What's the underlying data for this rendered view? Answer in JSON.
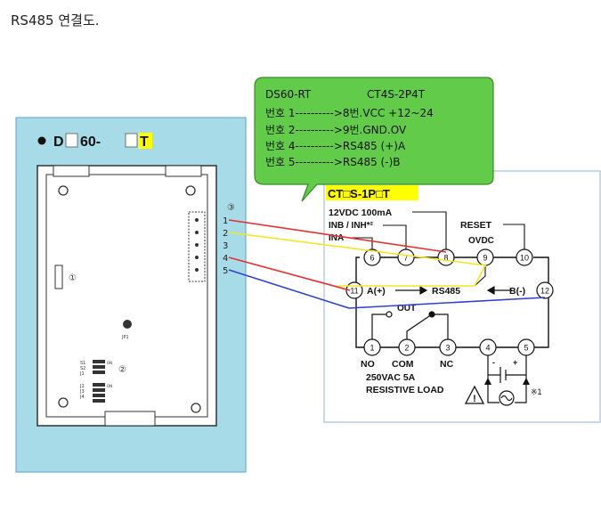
{
  "title": "RS485 연결도.",
  "left_device": {
    "label": "● D□60-□T",
    "label_parts": [
      "D",
      "60-",
      "T"
    ],
    "callouts": [
      "①",
      "②",
      "③"
    ],
    "jumper_label": "JP1",
    "switch_labels": [
      "S1",
      "S2",
      "J1",
      "J2",
      "J3",
      "J4"
    ],
    "on_labels": [
      "ON",
      "ON"
    ],
    "pin_numbers": [
      "1",
      "2",
      "3",
      "4",
      "5"
    ]
  },
  "bubble": {
    "header_left": "DS60-RT",
    "header_right": "CT4S-2P4T",
    "lines": [
      "번호 1---------->8번.VCC +12~24",
      "번호 2---------->9번.GND.OV",
      "번호 4---------->RS485 (+)A",
      "번호 5---------->RS485 (-)B"
    ]
  },
  "right_device": {
    "model_label": "CT□S-1P□T",
    "power_label": "12VDC 100mA",
    "inb_label": "INB / INH*²",
    "ina_label": "INA",
    "reset_label": "RESET",
    "ovdc_label": "OVDC",
    "rs485_label": "RS485",
    "a_label": "A(+)",
    "b_label": "B(-)",
    "out_label": "OUT",
    "no_label": "NO",
    "com_label": "COM",
    "nc_label": "NC",
    "load_line1": "250VAC 5A",
    "load_line2": "RESISTIVE LOAD",
    "note_label": "※1",
    "terminals_top": [
      "6",
      "7",
      "8",
      "9",
      "10"
    ],
    "terminals_mid": [
      "11",
      "12"
    ],
    "terminals_bottom": [
      "1",
      "2",
      "3",
      "4",
      "5"
    ]
  },
  "colors": {
    "panel_fill": "#a8dbe8",
    "panel_border": "#5b9fd4",
    "bubble_fill": "#62cc4a",
    "bubble_border": "#3a8a2a",
    "wire_red": "#e53030",
    "wire_yellow": "#f3e626",
    "wire_blue": "#3040d0",
    "highlight": "#ffff00"
  }
}
